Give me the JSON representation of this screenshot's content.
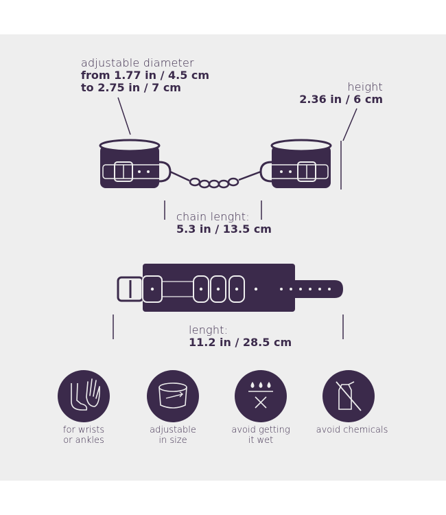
{
  "colors": {
    "product": "#3b2a4b",
    "background": "#eeeeee",
    "line": "#3b2a4b"
  },
  "diameter": {
    "label": "adjustable diameter",
    "from": "from 1.77 in / 4.5 cm",
    "to": "to 2.75 in / 7 cm"
  },
  "height": {
    "label": "height",
    "value": "2.36 in / 6 cm"
  },
  "chain": {
    "label": "chain lenght:",
    "value": "5.3 in / 13.5 cm"
  },
  "length": {
    "label": "lenght:",
    "value": "11.2 in / 28.5 cm"
  },
  "features": [
    {
      "icon": "foot-and-hand-icon",
      "line1": "for wrists",
      "line2": "or ankles"
    },
    {
      "icon": "adjustable-band-icon",
      "line1": "adjustable",
      "line2": "in size"
    },
    {
      "icon": "water-drops-crossed-icon",
      "line1": "avoid getting",
      "line2": "it wet"
    },
    {
      "icon": "no-chemicals-icon",
      "line1": "avoid chemicals",
      "line2": ""
    }
  ]
}
